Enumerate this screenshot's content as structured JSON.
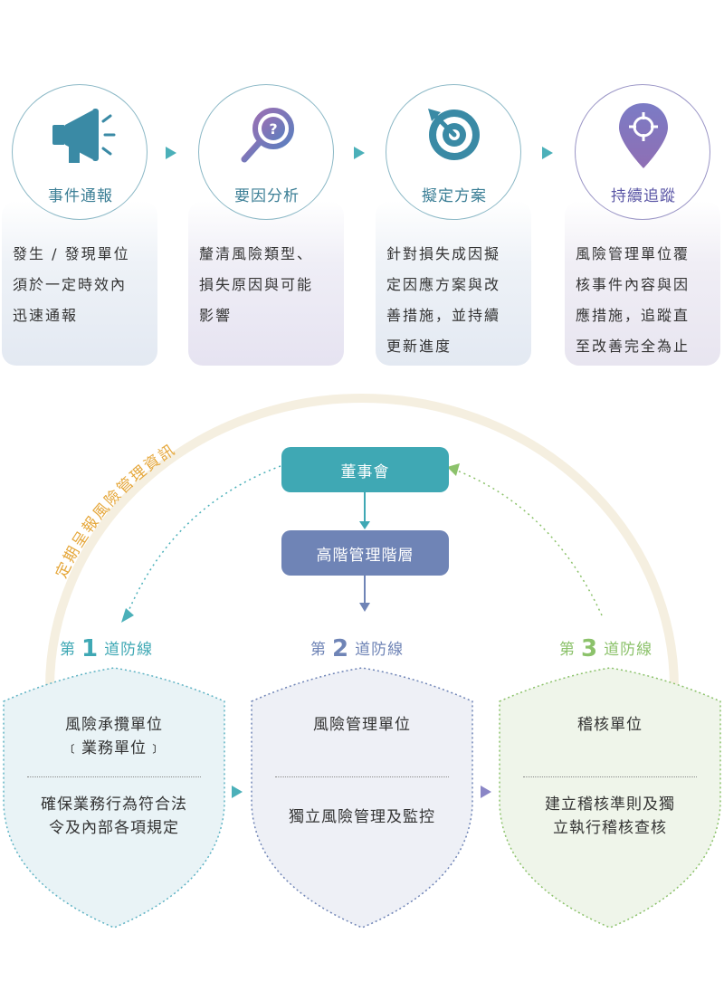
{
  "steps": [
    {
      "title": "事件通報",
      "desc": [
        "發生 / 發現單位",
        "須於一定時效內",
        "迅速通報"
      ],
      "icon": "megaphone-icon"
    },
    {
      "title": "要因分析",
      "desc": [
        "釐清風險類型、",
        "損失原因與可能",
        "影響"
      ],
      "icon": "magnifier-question-icon"
    },
    {
      "title": "擬定方案",
      "desc": [
        "針對損失成因擬",
        "定因應方案與改",
        "善措施，並持續",
        "更新進度"
      ],
      "icon": "target-arrow-icon"
    },
    {
      "title": "持續追蹤",
      "desc": [
        "風險管理單位覆",
        "核事件內容與因",
        "應措施，追蹤直",
        "至改善完全為止"
      ],
      "icon": "location-pin-icon"
    }
  ],
  "report_arc_label": "定期呈報風險管理資訊",
  "board": "董事會",
  "senior_management": "高階管理階層",
  "lines": [
    {
      "prefix": "第",
      "num": "1",
      "suffix": "道防線",
      "title": [
        "風險承攬單位",
        "﹝業務單位﹞"
      ],
      "desc": [
        "確保業務行為符合法",
        "令及內部各項規定"
      ]
    },
    {
      "prefix": "第",
      "num": "2",
      "suffix": "道防線",
      "title": [
        "風險管理單位"
      ],
      "desc": [
        "獨立風險管理及監控"
      ]
    },
    {
      "prefix": "第",
      "num": "3",
      "suffix": "道防線",
      "title": [
        "稽核單位"
      ],
      "desc": [
        "建立稽核準則及獨",
        "立執行稽核查核"
      ]
    }
  ],
  "colors": {
    "teal": "#3fa8b4",
    "slate": "#6f84b6",
    "purple": "#6d66b0",
    "green": "#8cc26b",
    "arc": "#f5efe0"
  }
}
